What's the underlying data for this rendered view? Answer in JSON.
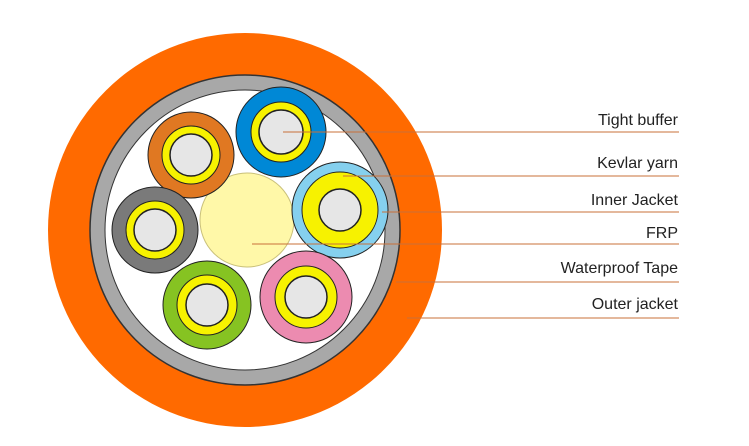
{
  "labels": {
    "tight_buffer": "Tight buffer",
    "kevlar_yarn": "Kevlar yarn",
    "inner_jacket": "Inner Jacket",
    "frp": "FRP",
    "waterproof_tape": "Waterproof Tape",
    "outer_jacket": "Outer jacket"
  },
  "colors": {
    "outer_jacket": "#ff6a00",
    "waterproof_tape": "#a8a8a8",
    "tape_edge": "#333333",
    "frp": "#fff8a8",
    "kevlar": "#f7f200",
    "fiber_core": "#e6e6e6",
    "leader_line": "#c8703a",
    "units": [
      "#0088d6",
      "#e07822",
      "#85d0ee",
      "#7a7a7a",
      "#86c322",
      "#ec8bb0"
    ]
  }
}
